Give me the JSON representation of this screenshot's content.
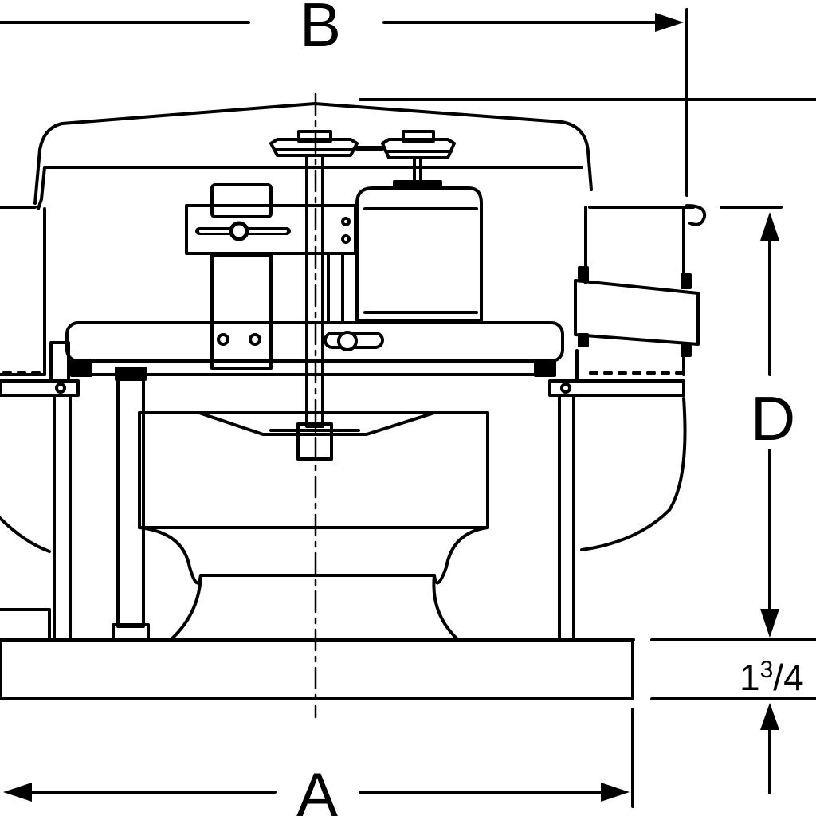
{
  "drawing": {
    "kind": "exhaust fan technical line drawing",
    "line_color": "#000000",
    "background_color": "#ffffff"
  },
  "dimensions": {
    "a": {
      "label": "A"
    },
    "b": {
      "label": "B"
    },
    "d": {
      "label": "D"
    },
    "curb_height": {
      "whole": "1",
      "numerator": "3",
      "denominator": "4"
    }
  }
}
